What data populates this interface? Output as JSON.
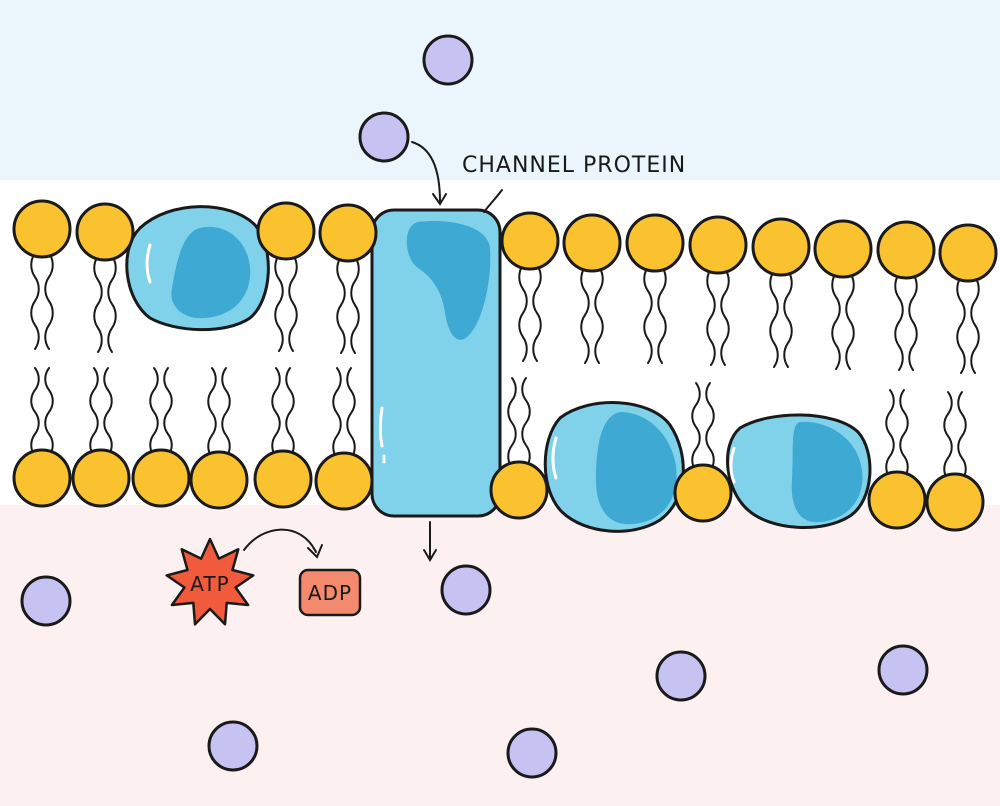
{
  "labels": {
    "channel_protein": "CHANNEL PROTEIN",
    "atp": "ATP",
    "adp": "ADP"
  },
  "colors": {
    "outside_bg": "#eaf6fb",
    "inside_bg": "#fdf0f0",
    "membrane_bg": "#ffffff",
    "phosphate_head": "#f9c22e",
    "protein_light": "#7fd2ea",
    "protein_dark": "#3ea9d3",
    "molecule": "#c6c3f2",
    "atp_star": "#f25a3c",
    "adp_box": "#f38a6d",
    "outline": "#1a1a1a"
  },
  "icons": {
    "atp": "starburst-shape",
    "adp": "rounded-box-shape",
    "molecule": "circle-shape",
    "lipid": "phospholipid-shape",
    "protein": "blob-shape"
  }
}
